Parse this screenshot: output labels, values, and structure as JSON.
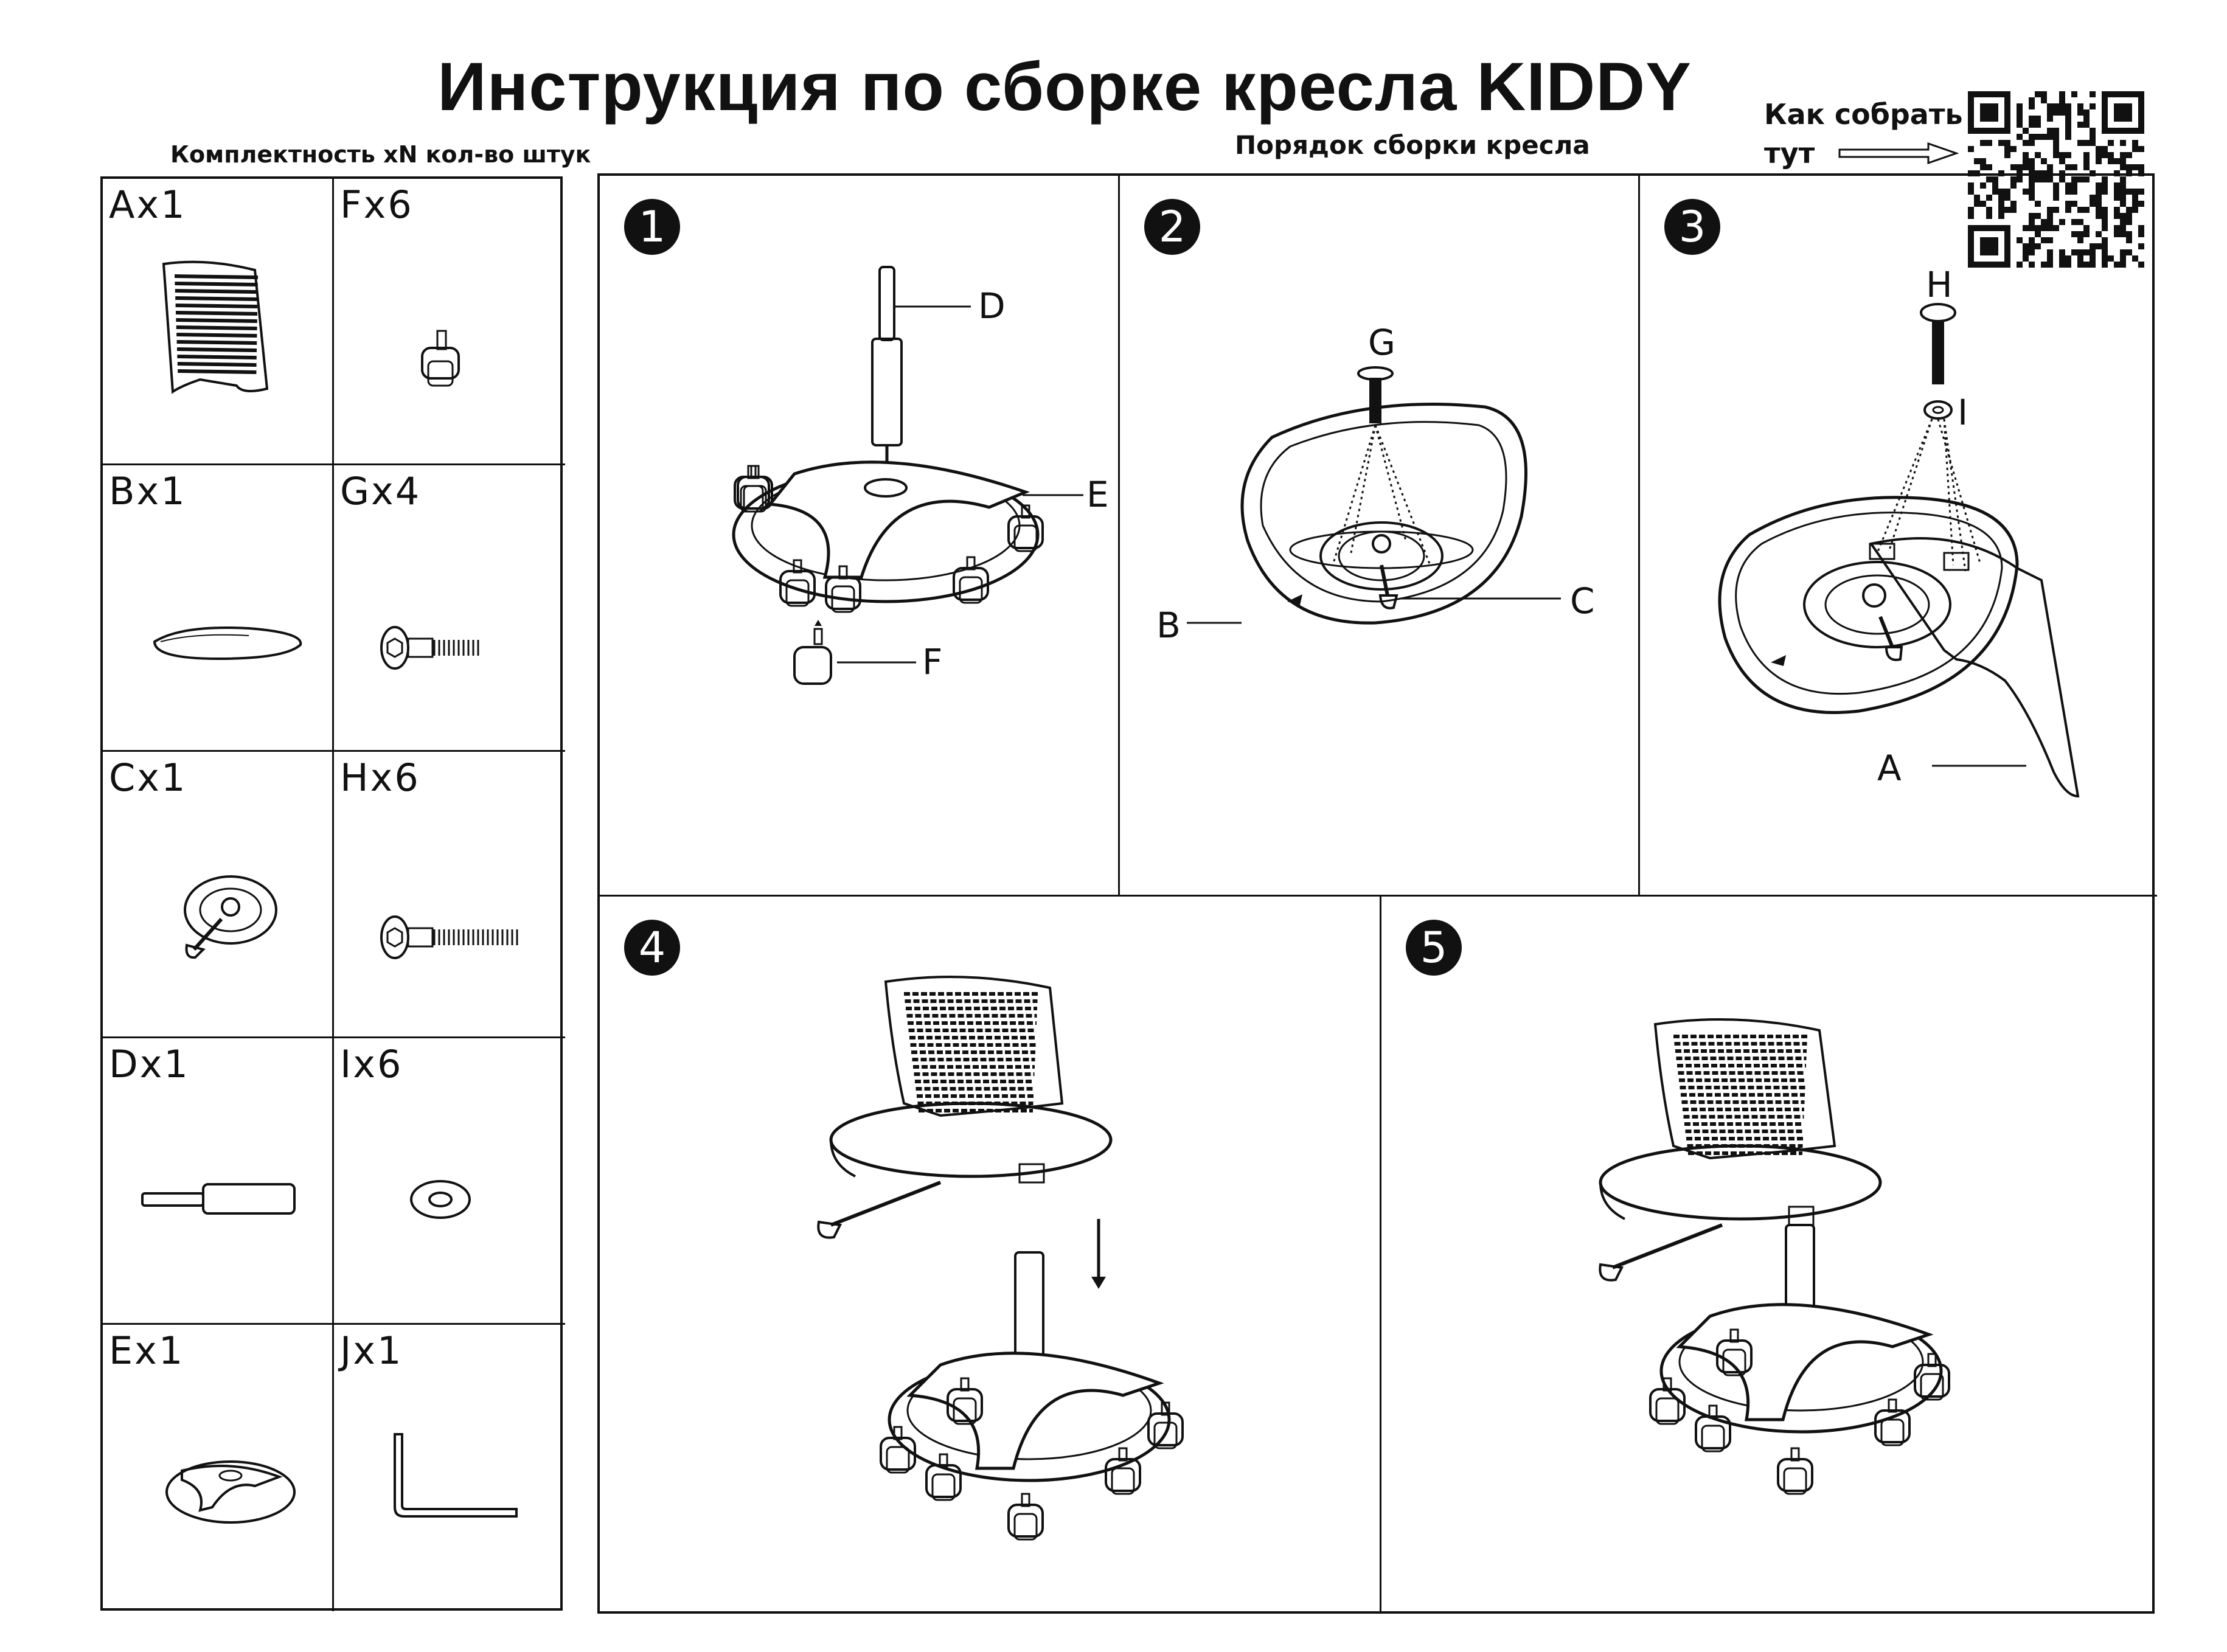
{
  "document": {
    "title": "Инструкция по сборке кресла KIDDY",
    "parts_heading": "Комплектность xN кол-во штук",
    "steps_heading": "Порядок сборки кресла",
    "qr_label_line1": "Как собрать",
    "qr_label_line2": "тут"
  },
  "parts": [
    {
      "label": "Ax1",
      "icon": "backrest-icon"
    },
    {
      "label": "Fx6",
      "icon": "caster-icon"
    },
    {
      "label": "Bx1",
      "icon": "seat-icon"
    },
    {
      "label": "Gx4",
      "icon": "short-bolt-icon"
    },
    {
      "label": "Cx1",
      "icon": "mechanism-icon"
    },
    {
      "label": "Hx6",
      "icon": "long-bolt-icon"
    },
    {
      "label": "Dx1",
      "icon": "gas-lift-icon"
    },
    {
      "label": "Ix6",
      "icon": "washer-icon"
    },
    {
      "label": "Ex1",
      "icon": "base-icon"
    },
    {
      "label": "Jx1",
      "icon": "hex-key-icon"
    }
  ],
  "steps": [
    {
      "number": "1",
      "callouts": [
        "D",
        "E",
        "F"
      ]
    },
    {
      "number": "2",
      "callouts": [
        "G",
        "B",
        "C"
      ]
    },
    {
      "number": "3",
      "callouts": [
        "H",
        "I",
        "A"
      ]
    },
    {
      "number": "4",
      "callouts": []
    },
    {
      "number": "5",
      "callouts": []
    }
  ]
}
